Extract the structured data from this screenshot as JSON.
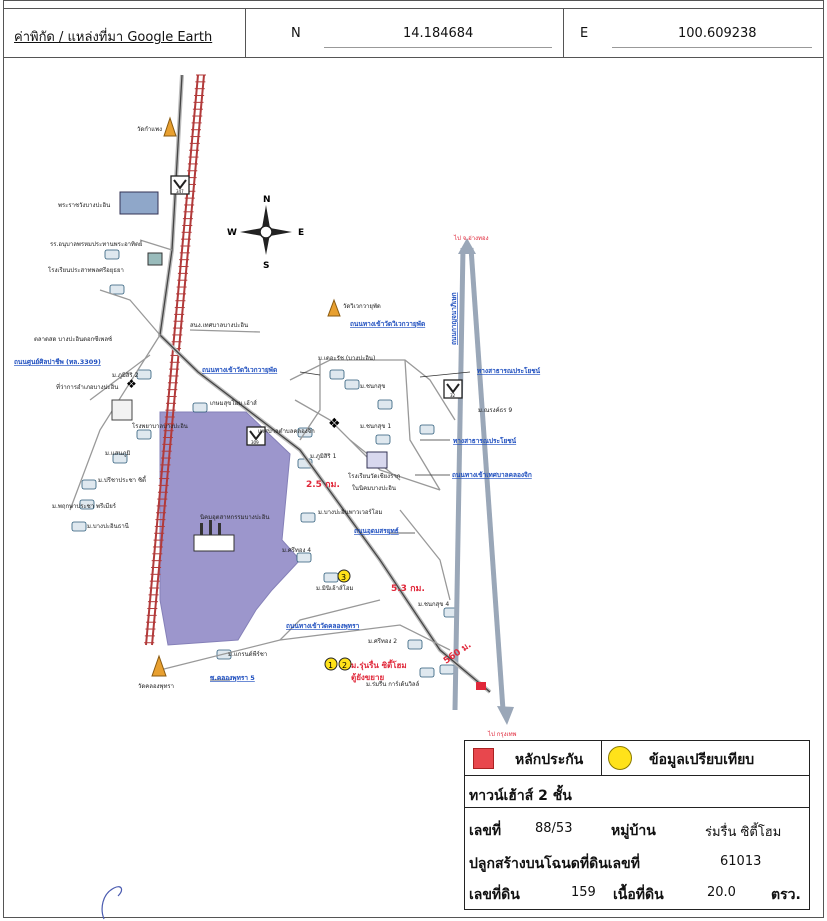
{
  "header": {
    "source_label": "ค่าพิกัด / แหล่งที่มา Google Earth",
    "n_label": "N",
    "n_value": "14.184684",
    "e_label": "E",
    "e_value": "100.609238"
  },
  "map": {
    "compass": {
      "n": "N",
      "s": "S",
      "e": "E",
      "w": "W"
    },
    "places": {
      "wat_kamphaeng": "วัดกำแพง",
      "palace": "พระราชวังบางปะอิน",
      "school_top": "รร.อนุบาลพรหมประทานพระอาทิตย์",
      "school2": "โรงเรียนประสาทพลศรีอยุธยา",
      "market": "ตลาดสด บางปะอินดอกซีเพลซ์",
      "road_art": "ถนนศูนย์ศิลปาชีพ (ทล.3309)",
      "district": "ที่ว่าการอำเภอบางปะอิน",
      "municipal": "สนง.เทศบาลบางปะอิน",
      "pruksa": "ม.ภูมิสิริ 2",
      "hospital": "โรงพยาบาลบางปะอิน",
      "saensuk": "ม.แสนภูมิ",
      "preecha": "ม.ปรีชาประชา ซิตี้",
      "phrasp": "ม.พฤกษาประชา พรีเมียร์",
      "bangpa_thani": "ม.บางปะอินธานี",
      "estate": "นิคมอุตสาหกรรมบางปะอิน",
      "wat_khlong": "วัดคลองพุทรา",
      "road_khlong": "ซ.คลองพุทรา 5",
      "grand": "ม.แกรนด์พีร์ชา",
      "road_wat_kp": "ถนนทางเข้าวัดคลองพุทรา",
      "sri_thong4": "ม.ศรีทอง 4",
      "mahaprachin": "ม.บางปะอินพาวเวอร์โฮม",
      "road_udom": "ถนนอุดมสรยุทธ์",
      "mini": "ม.มินิเฮ้าส์โฮม",
      "wat_wivek": "วัดวิเวกวายุพัด",
      "road_wivek": "ถนนทางเข้าวัดวิเวกวายุพัด",
      "road_wivek2": "ถนนทางเข้าวัดวิเวกวายุพัด",
      "mu_ruean": "ม.เดอะรัช (บางปะอิน)",
      "mu_chanasuk": "ม.ชนกสุข",
      "mu_chanasuk1": "ม.ชนกสุข 1",
      "mu_chanasuk4": "ม.ชนกสุข 4",
      "kasem": "เกษมสุขโฮม เฮ้าส์",
      "bamrung": "เทศบาลตำบลคลองจิก",
      "mu_pumisiri1": "ม.ภูมิสิริ 1",
      "school3": "โรงเรียนวัดเชียงราก",
      "school3b": "ในนิคมบางปะอิน",
      "public1": "ทางสาธารณประโยชน์",
      "public2": "ทางสาธารณประโยชน์",
      "road_tes": "ถนนทางเข้าเทศบาลคลองจิก",
      "kanchana": "ถนนกาญจนาภิเษก",
      "chanasap": "ม.ณรงค์ธร 9",
      "sri_thong2": "ม.ศรีทอง 2",
      "subject": "ม.รุ่นรื่น ซิตี้โฮม",
      "subject2": "ตู้ยังขยาย",
      "compare": "ม.ร่มรื่น การ์เด้นวิลล์",
      "to_north": "ไป จ.อ่างทอง",
      "to_south": "ไป กรุงเทพ",
      "shield_top": "347",
      "shield_mid": "309",
      "shield_right": "32"
    },
    "distances": {
      "d1": "2.5 กม.",
      "d2": "5.3 กม.",
      "d3": "560 ม."
    },
    "marker_nums": {
      "m1": "1",
      "m2": "2",
      "m3": "3"
    }
  },
  "legend": {
    "collateral": "หลักประกัน",
    "comparison": "ข้อมูลเปรียบเทียบ",
    "type": "ทาวน์เฮ้าส์ 2 ชั้น",
    "number_label": "เลขที่",
    "number_value": "88/53",
    "village_label": "หมู่บ้าน",
    "village_value": "ร่มรื่น ซิตี้โฮม",
    "deed_label": "ปลูกสร้างบนโฉนดที่ดินเลขที่",
    "deed_value": "61013",
    "land_no_label": "เลขที่ดิน",
    "land_no_value": "159",
    "area_label": "เนื้อที่ดิน",
    "area_value": "20.0",
    "area_unit": "ตรว."
  },
  "colors": {
    "road_label": "#1f4fbf",
    "distance": "#e0283a",
    "estate": "#9c96cc",
    "rail": "#b23a3a",
    "highway": "#9aa7b8",
    "collateral": "#e8474d",
    "comparison": "#ffe21a"
  }
}
